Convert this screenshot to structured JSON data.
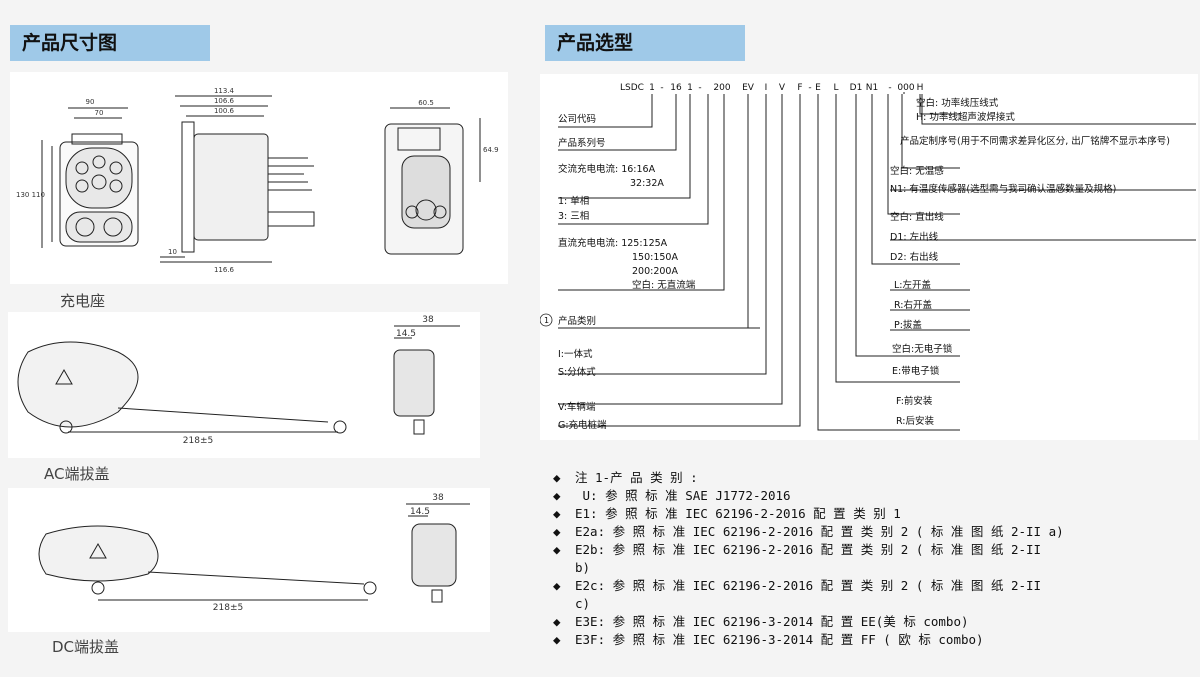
{
  "headers": {
    "dimensions": "产品尺寸图",
    "selection": "产品选型"
  },
  "captions": {
    "socket": "充电座",
    "ac_cover": "AC端拔盖",
    "dc_cover": "DC端拔盖"
  },
  "dims": {
    "front_w1": "90",
    "front_w2": "70",
    "front_h": "130  110",
    "side_w1": "113.4",
    "side_w2": "106.6",
    "side_w3": "100.6",
    "side_w4": "116.6",
    "side_h": "10",
    "back_w": "60.5",
    "back_h": "64.9",
    "cover_len": "218±5",
    "cover_w": "38",
    "cover_d": "14.5"
  },
  "code": "LSDC 1 - 16 1 - 200 EV I V F - E L D1 N1 - 000 H",
  "code_parts": [
    "LSDC",
    "1",
    "-",
    "16",
    "1",
    "-",
    "200",
    "EV",
    "I",
    "V",
    "F",
    "-",
    "E",
    "L",
    "D1",
    "N1",
    "-",
    "000",
    "H"
  ],
  "left_labels": {
    "company": "公司代码",
    "series": "产品系列号",
    "ac_title": "交流充电电流: 16:16A",
    "ac_32": "32:32A",
    "phase1": "1: 单相",
    "phase3": "3: 三相",
    "dc_title": "直流充电电流: 125:125A",
    "dc_150": "150:150A",
    "dc_200": "200:200A",
    "dc_none": "空白: 无直流端",
    "circle": "1",
    "category": "产品类别",
    "i_type": "I:一体式",
    "s_type": "S:分体式",
    "v_type": "V:车辆端",
    "g_type": "G:充电桩端"
  },
  "right_labels": {
    "h_blank": "空白: 功率线压线式",
    "h_h": "H: 功率线超声波焊接式",
    "custom": "产品定制序号(用于不同需求差异化区分, 出厂铭牌不显示本序号)",
    "n_blank": "空白: 无温感",
    "n1": "N1: 有温度传感器(选型需与我司确认温感数量及规格)",
    "d_blank": "空白: 直出线",
    "d1": "D1: 左出线",
    "d2": "D2: 右出线",
    "l": "L:左开盖",
    "r": "R:右开盖",
    "p": "P:拔盖",
    "e_blank": "空白:无电子锁",
    "e": "E:带电子锁",
    "f": "F:前安装",
    "r_mount": "R:后安装"
  },
  "notes": [
    "注 1-产 品 类 别 :",
    " U: 参 照 标 准 SAE J1772-2016",
    "E1: 参 照 标 准 IEC 62196-2-2016 配 置 类 别 1",
    "E2a: 参 照 标 准 IEC 62196-2-2016 配 置 类 别 2 ( 标 准 图 纸 2-II a)",
    "E2b: 参 照 标 准 IEC 62196-2-2016 配 置 类 别 2 ( 标 准 图 纸 2-II\nb)",
    "E2c: 参 照 标 准 IEC 62196-2-2016 配 置 类 别 2 ( 标 准 图 纸 2-II\nc)",
    "E3E: 参 照 标 准 IEC 62196-3-2014 配 置 EE(美 标 combo)",
    "E3F: 参 照 标 准 IEC 62196-3-2014 配 置 FF ( 欧 标 combo)"
  ],
  "bullet": "◆"
}
